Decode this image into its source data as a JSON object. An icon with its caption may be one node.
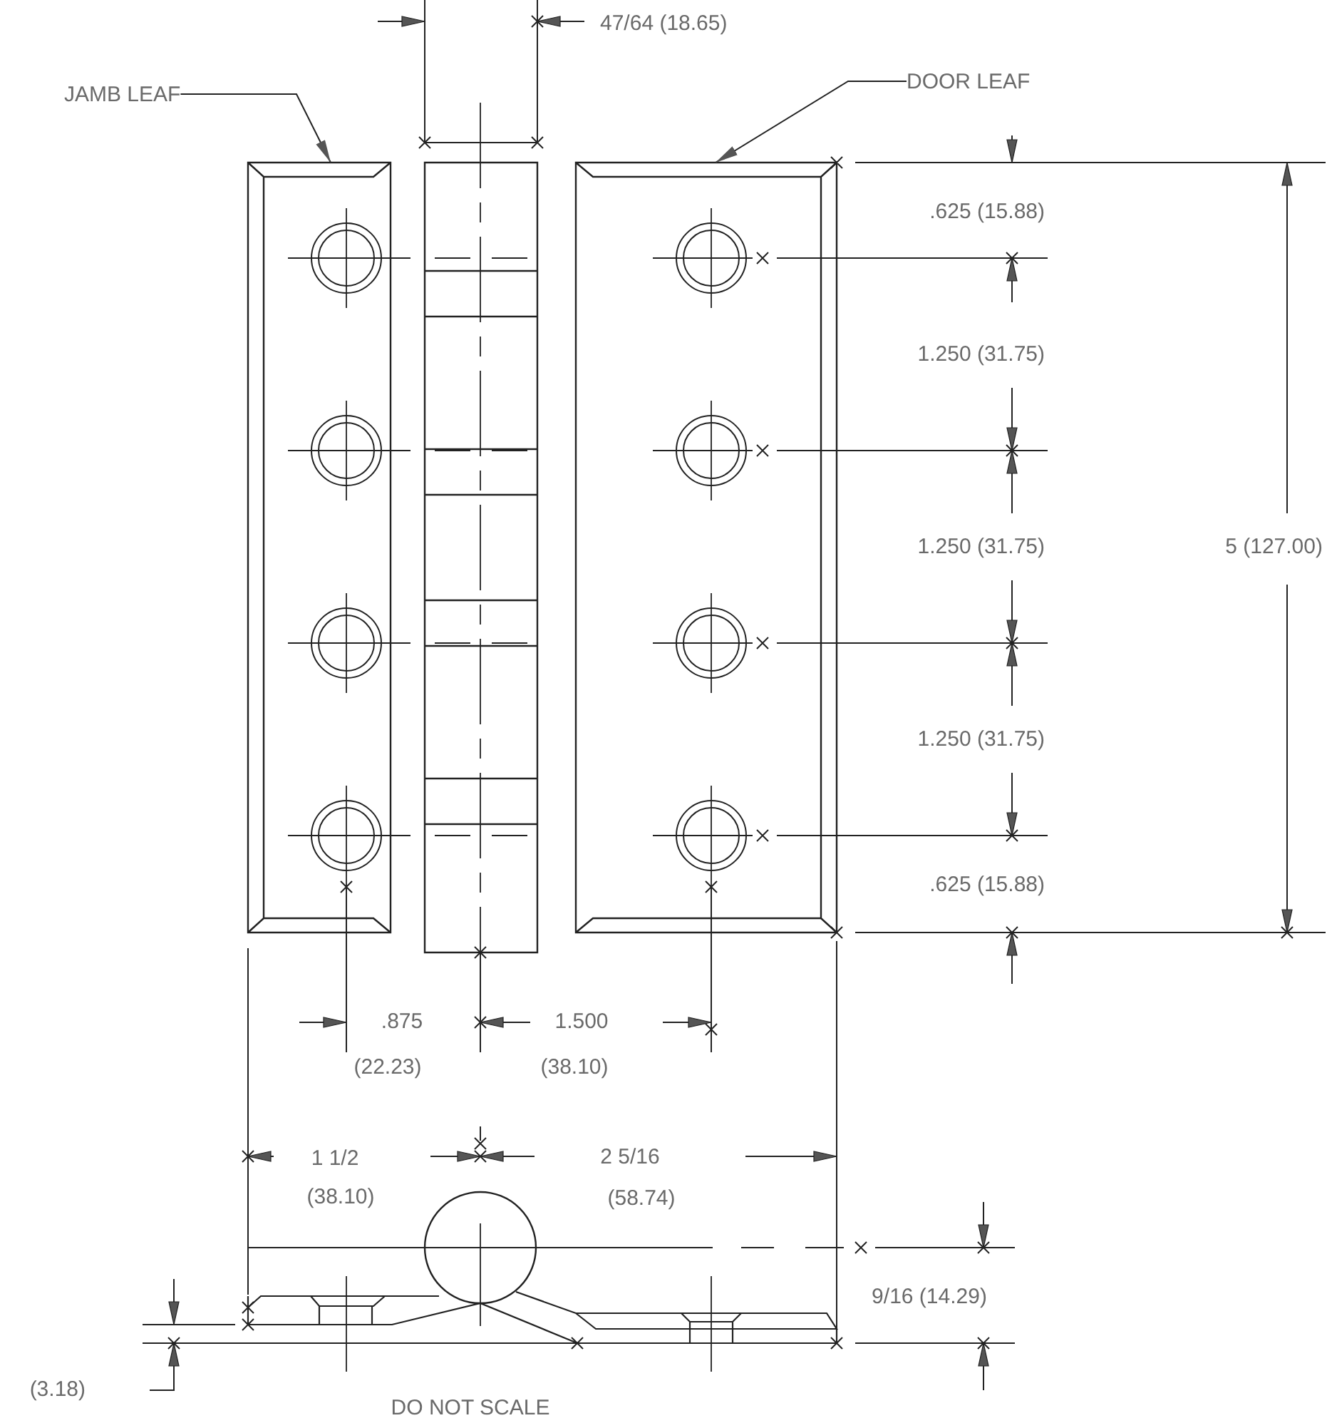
{
  "diagram": {
    "nodes": [
      {
        "text": [
          "JAMB LEAF"
        ]
      },
      {
        "text": [],
        "shape": "picture"
      },
      {
        "text": [
          "DOOR LEAF"
        ]
      },
      {
        "text": [],
        "shape": "picture"
      }
    ],
    "edges": [
      {
        "from": 0,
        "to": 1,
        "arrow": "to"
      },
      {
        "from": 2,
        "to": 3,
        "arrow": "to"
      }
    ],
    "labels": [
      "47/64 (18.65)",
      ".625 (15.88)",
      "1.250 (31.75)",
      "1.250 (31.75)",
      "5 (127.00)",
      "1.250 (31.75)",
      ".625 (15.88)",
      ".875",
      "1.500",
      "(22.23)",
      "(38.10)",
      "1 1/2",
      "2 5/16",
      "(38.10)",
      "(58.74)",
      "9/16 (14.29)",
      "(3.18)",
      "DO NOT SCALE"
    ]
  }
}
